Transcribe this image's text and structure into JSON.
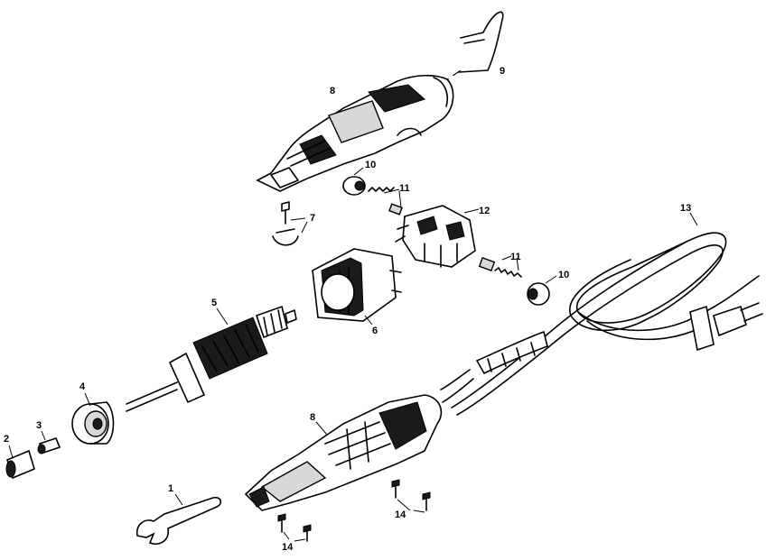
{
  "callouts": {
    "c1": "1",
    "c2": "2",
    "c3": "3",
    "c4": "4",
    "c5": "5",
    "c6": "6",
    "c7": "7",
    "c8_top": "8",
    "c8_bottom": "8",
    "c9": "9",
    "c10_top": "10",
    "c10_right": "10",
    "c11_top": "11",
    "c11_right": "11",
    "c12": "12",
    "c13": "13",
    "c14_left": "14",
    "c14_right": "14"
  }
}
